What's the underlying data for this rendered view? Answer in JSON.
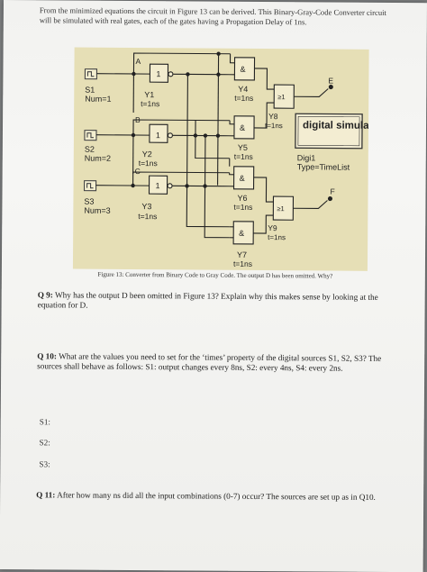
{
  "intro_text": "From the minimized equations the circuit in Figure 13 can be derived. This Binary-Gray-Code Converter circuit will be simulated with real gates, each of the gates having a Propagation Delay of 1ns.",
  "circuit": {
    "sources": [
      {
        "name": "S1",
        "param": "Num=1"
      },
      {
        "name": "S2",
        "param": "Num=2"
      },
      {
        "name": "S3",
        "param": "Num=3"
      }
    ],
    "node_labels": {
      "a": "A",
      "b": "B",
      "c": "C",
      "e": "E",
      "f": "F"
    },
    "gates": [
      {
        "symbol": "1",
        "id": "Y1",
        "delay": "t=1ns"
      },
      {
        "symbol": "1",
        "id": "Y2",
        "delay": "t=1ns"
      },
      {
        "symbol": "1",
        "id": "Y3",
        "delay": "t=1ns"
      },
      {
        "symbol": "&",
        "id": "Y4",
        "delay": "t=1ns"
      },
      {
        "symbol": "&",
        "id": "Y5",
        "delay": "t=1ns"
      },
      {
        "symbol": "&",
        "id": "Y6",
        "delay": "t=1ns"
      },
      {
        "symbol": "&",
        "id": "Y7",
        "delay": "t=1ns"
      },
      {
        "symbol": "≥1",
        "id": "Y8",
        "delay": "t=1ns"
      },
      {
        "symbol": "≥1",
        "id": "Y9",
        "delay": "t=1ns"
      }
    ],
    "digital_simulation_label": "digital simulation",
    "digi_name": "Digi1",
    "digi_type": "Type=TimeList"
  },
  "caption": "Figure 13: Converter from Binary Code to Gray Code. The output D has been omitted. Why?",
  "questions": [
    {
      "label": "Q 9:",
      "text": "Why has the output D been omitted in Figure 13? Explain why this makes sense by looking at the equation for D."
    },
    {
      "label": "Q 10:",
      "text": "What are the values you need to set for the ‘times’ property of the digital sources S1, S2, S3? The sources shall behave as follows: S1: output changes every 8ns, S2: every 4ns, S4: every 2ns."
    },
    {
      "label": "Q 11:",
      "text": "After how many ns did all the input combinations (0-7) occur? The sources are set up as in Q10."
    }
  ],
  "answer_labels": [
    "S1:",
    "S2:",
    "S3:"
  ]
}
